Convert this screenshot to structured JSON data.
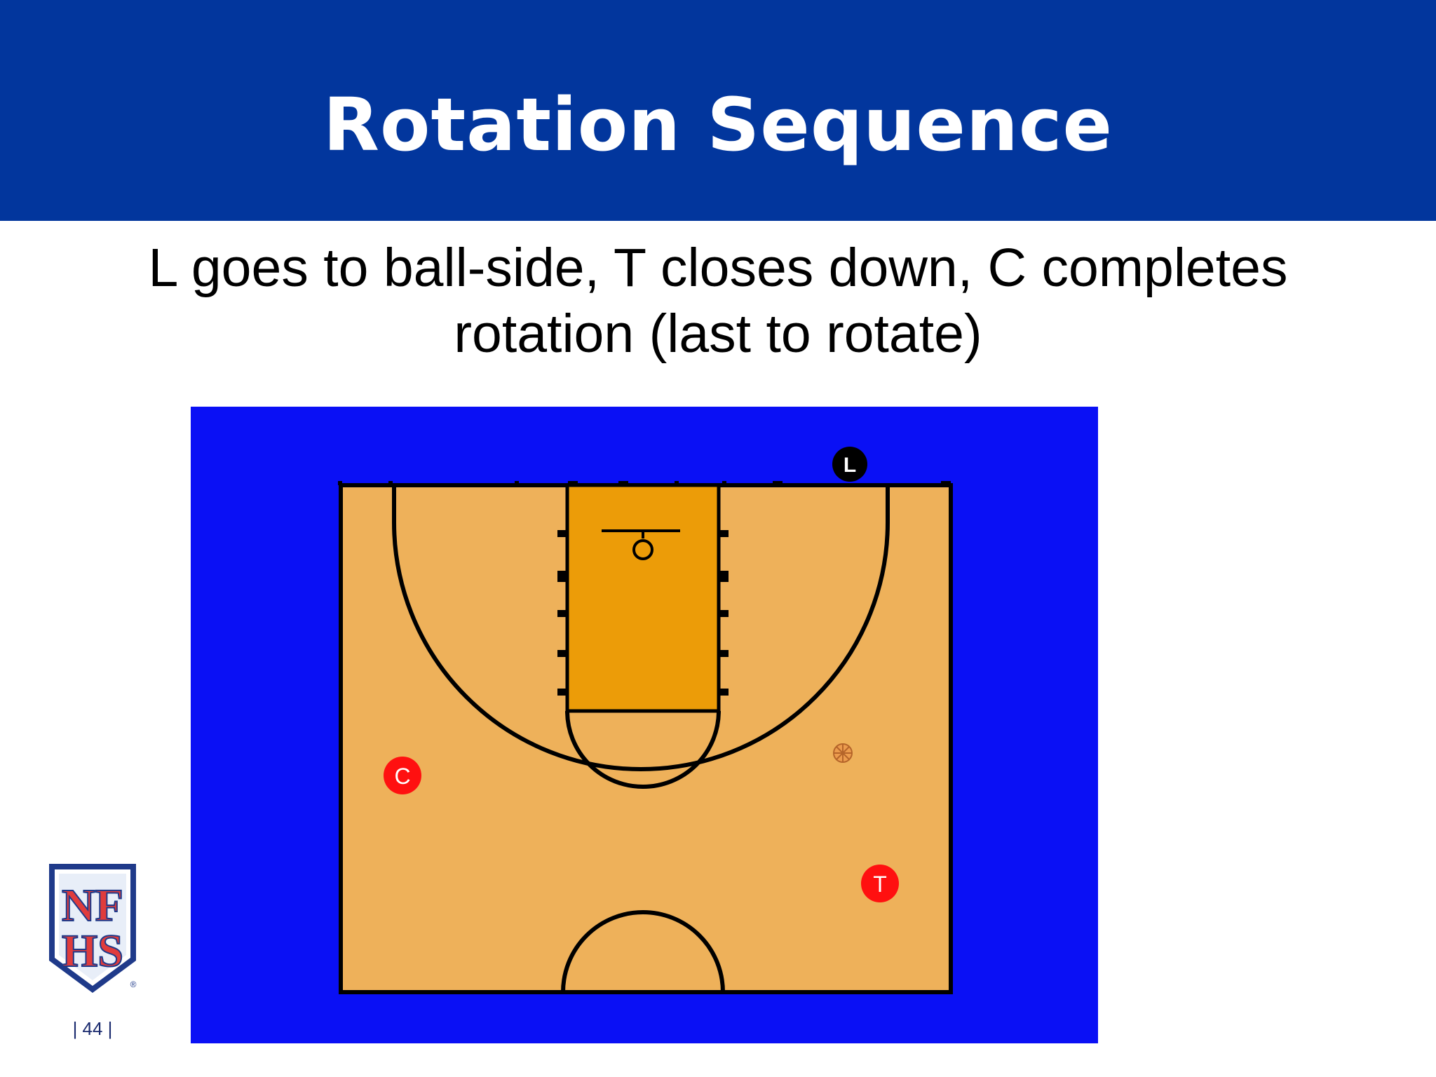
{
  "slide": {
    "title": "Rotation Sequence",
    "subtitle": "L goes to ball-side, T closes down, C completes rotation (last to rotate)",
    "page_number": "| 44 |"
  },
  "diagram": {
    "court_color": "#eeb15a",
    "lane_color": "#ec9c08",
    "surround_color": "#0a10f5",
    "officials": [
      {
        "id": "L",
        "label": "L",
        "color": "#000000"
      },
      {
        "id": "C",
        "label": "C",
        "color": "#ff1010"
      },
      {
        "id": "T",
        "label": "T",
        "color": "#ff1010"
      }
    ],
    "ball_icon": "basketball-icon"
  },
  "logo": {
    "letters_top": "NF",
    "letters_bottom": "HS",
    "registered": "®",
    "colors": {
      "blue": "#1f3a8a",
      "red": "#e03c3c"
    }
  },
  "colors": {
    "header": "#02369d",
    "title_text": "#ffffff",
    "body_text": "#000000"
  }
}
